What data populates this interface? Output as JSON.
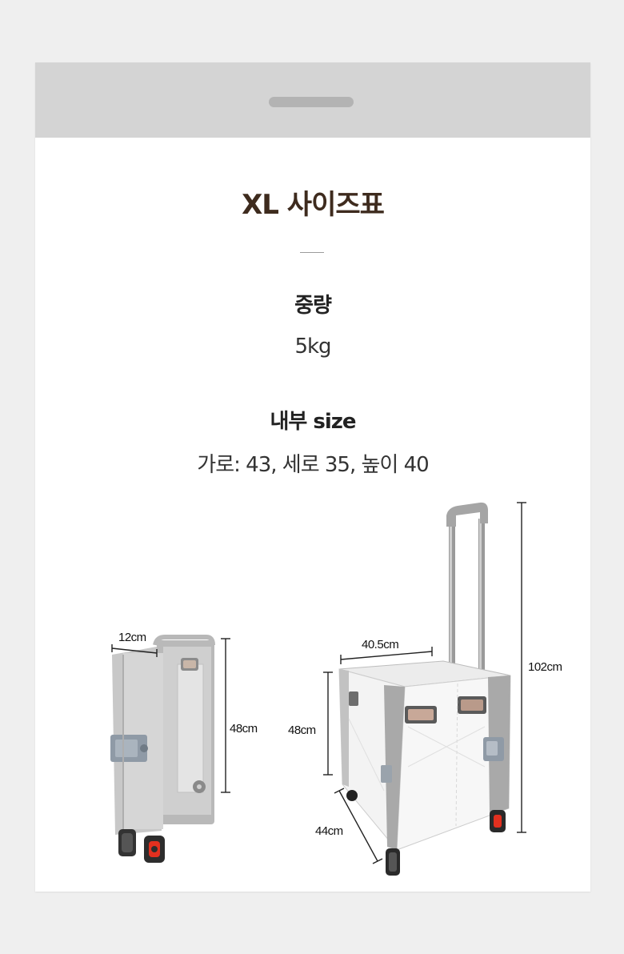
{
  "title": "XL 사이즈표",
  "weight": {
    "label": "중량",
    "value": "5kg"
  },
  "inner_size": {
    "label": "내부 size",
    "value": "가로: 43, 세로 35, 높이 40"
  },
  "dimensions": {
    "folded_depth": "12cm",
    "folded_height": "48cm",
    "top_width": "40.5cm",
    "box_height": "48cm",
    "box_depth": "44cm",
    "total_height": "102cm"
  },
  "colors": {
    "title": "#3e2b1e",
    "header": "#d4d4d4",
    "wheel_accent": "#e2301f"
  }
}
